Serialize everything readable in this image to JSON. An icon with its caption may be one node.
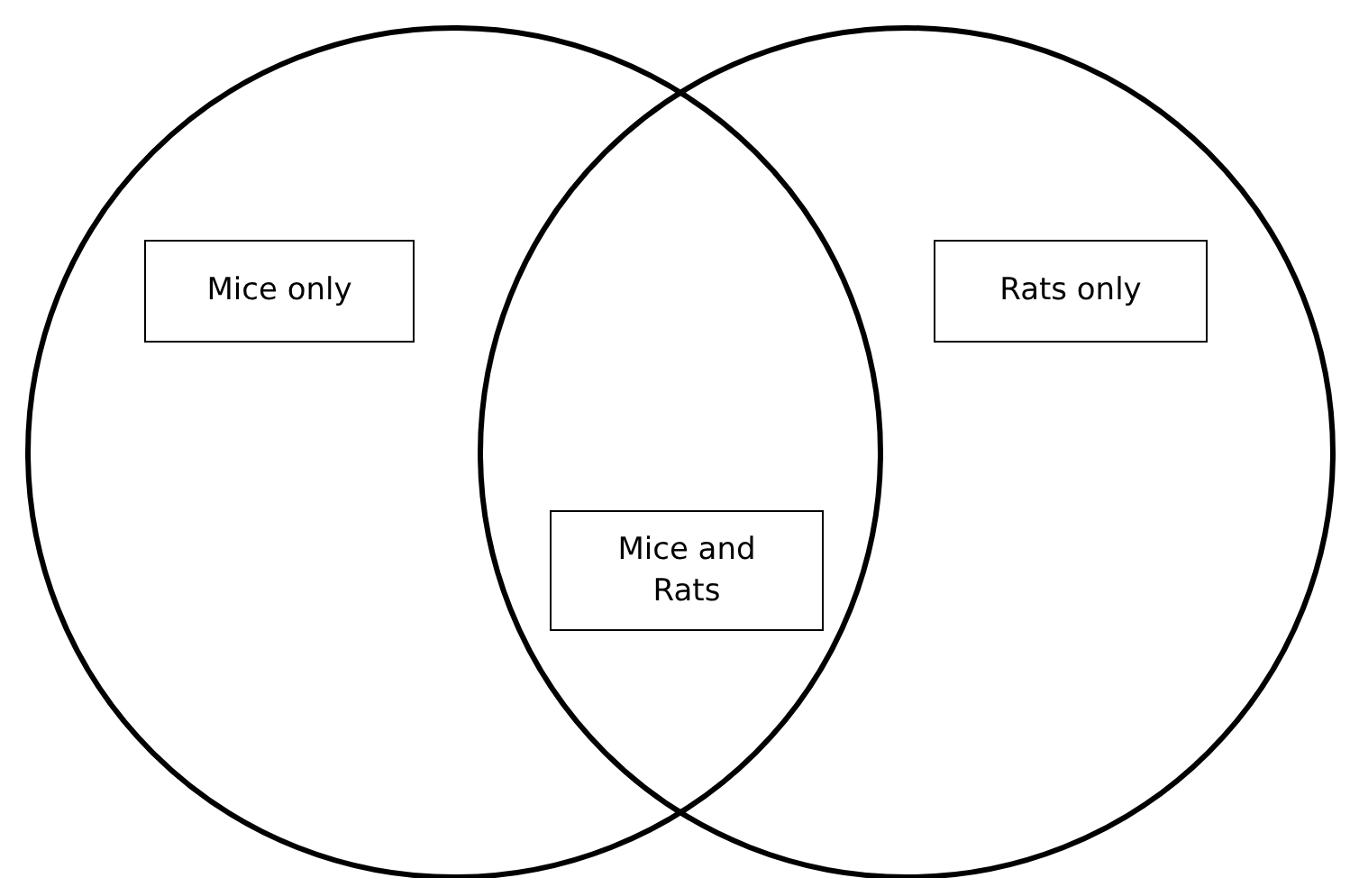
{
  "diagram": {
    "nodes": [
      {
        "text": [],
        "shape": "circle"
      },
      {
        "text": [
          "Mice only"
        ],
        "in": 0
      },
      {
        "text": [],
        "shape": "circle"
      },
      {
        "text": [
          "Rats only"
        ],
        "in": 2
      },
      {
        "text": [
          "Mice and Rats"
        ]
      }
    ],
    "edges": []
  }
}
